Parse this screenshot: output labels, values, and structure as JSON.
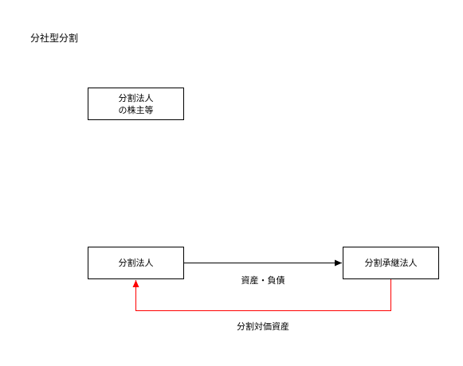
{
  "diagram": {
    "title": "分社型分割",
    "nodes": {
      "shareholders": {
        "line1": "分割法人",
        "line2": "の株主等"
      },
      "splitting_corp": {
        "label": "分割法人"
      },
      "successor_corp": {
        "label": "分割承継法人"
      }
    },
    "edges": {
      "assets_transfer": {
        "from": "splitting_corp",
        "to": "successor_corp",
        "label": "資産・負債",
        "color": "#000000"
      },
      "consideration": {
        "from": "successor_corp",
        "to": "splitting_corp",
        "label": "分割対価資産",
        "color": "#ff0000"
      }
    }
  }
}
